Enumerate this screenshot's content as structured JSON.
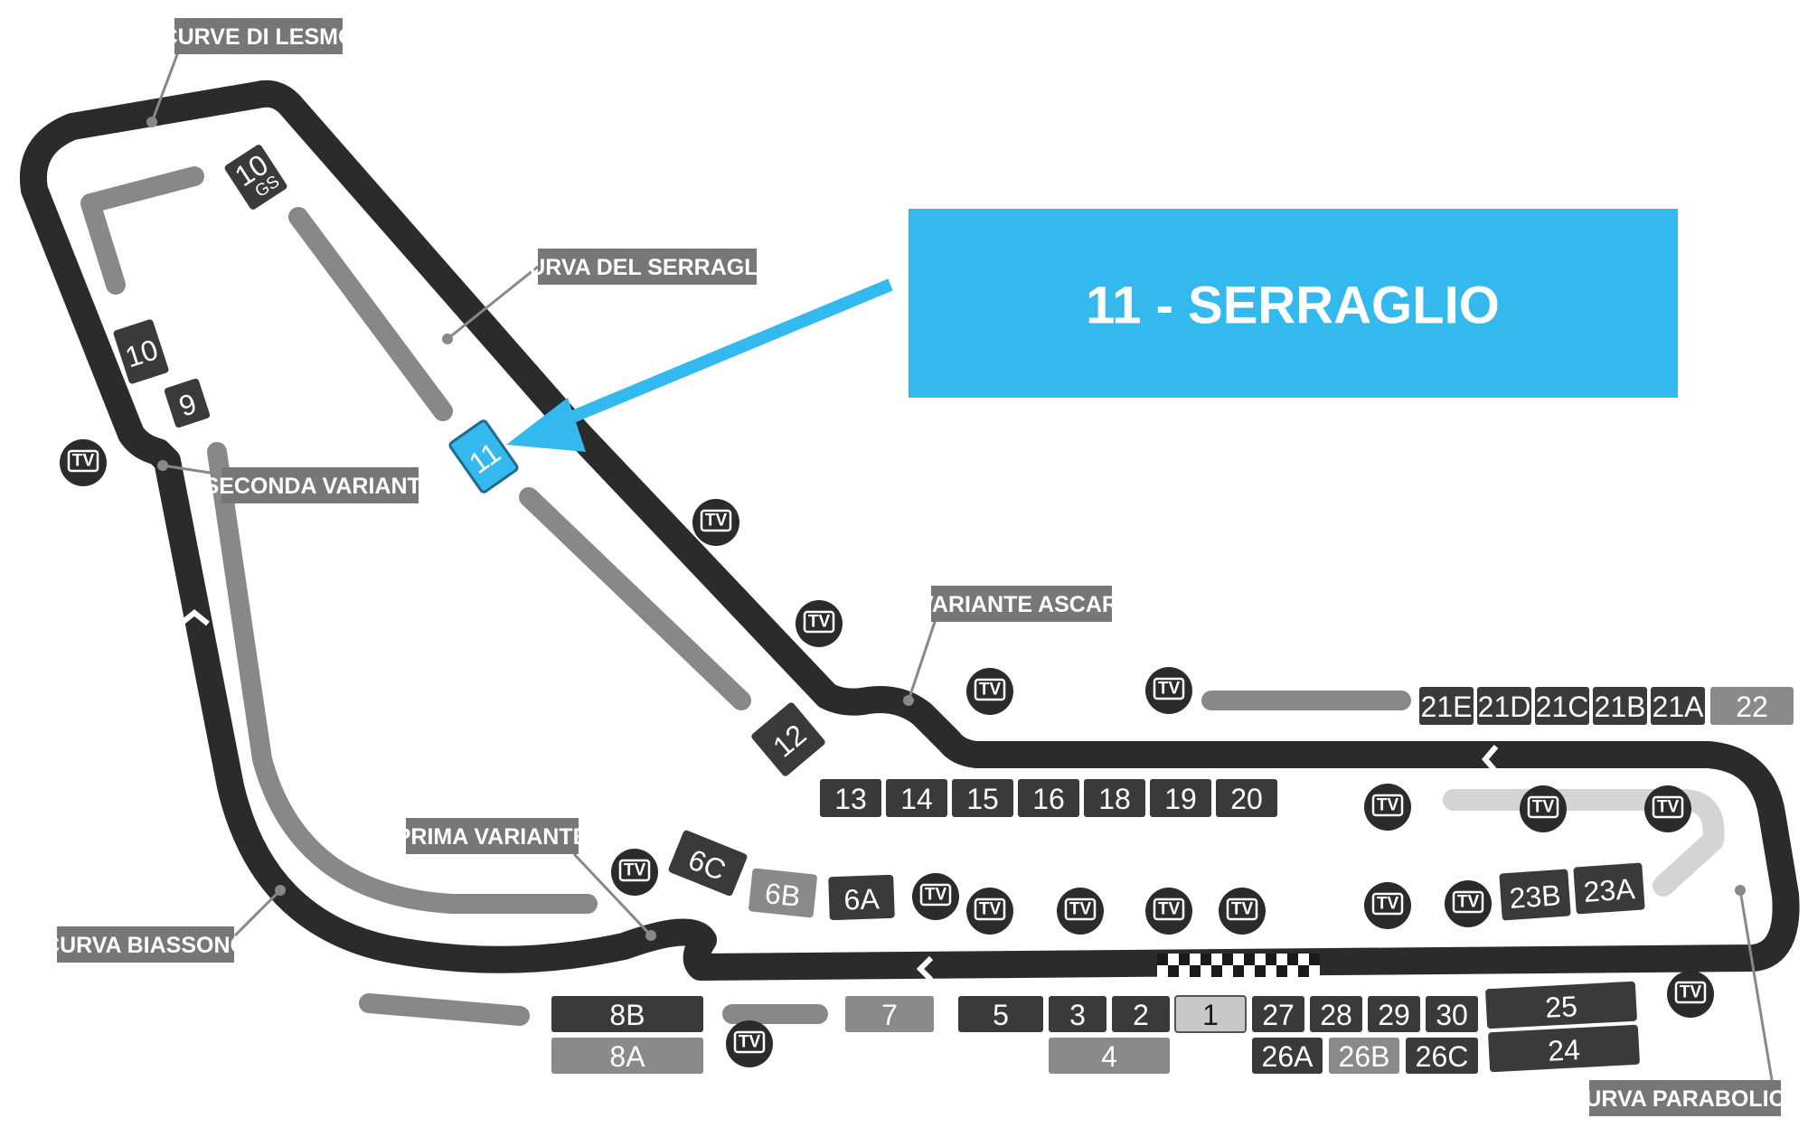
{
  "highlight": {
    "label": "11 - SERRAGLIO",
    "color": "#33b9ee",
    "stand": "11"
  },
  "corner_labels": {
    "lesmo": "CURVE DI LESMO",
    "serraglio": "CURVA DEL SERRAGLIO",
    "seconda": "SECONDA VARIANTE",
    "ascari": "VARIANTE ASCARI",
    "prima": "PRIMA VARIANTE",
    "biassono": "CURVA BIASSONO",
    "parabolica": "CURVA PARABOLICA"
  },
  "stands": {
    "s10gs": "10",
    "s10gs_sub": "GS",
    "s10": "10",
    "s9": "9",
    "s11": "11",
    "s12": "12",
    "s13": "13",
    "s14": "14",
    "s15": "15",
    "s16": "16",
    "s18": "18",
    "s19": "19",
    "s20": "20",
    "s21e": "21E",
    "s21d": "21D",
    "s21c": "21C",
    "s21b": "21B",
    "s21a": "21A",
    "s22": "22",
    "s6c": "6C",
    "s6b": "6B",
    "s6a": "6A",
    "s23b": "23B",
    "s23a": "23A",
    "s8b": "8B",
    "s8a": "8A",
    "s7": "7",
    "s5": "5",
    "s3": "3",
    "s2": "2",
    "s1": "1",
    "s4": "4",
    "s27": "27",
    "s28": "28",
    "s29": "29",
    "s30": "30",
    "s26a": "26A",
    "s26b": "26B",
    "s26c": "26C",
    "s25": "25",
    "s24": "24"
  },
  "tv_label": "TV",
  "colors": {
    "track": "#2b2b2b",
    "stand_dark": "#3a3a3a",
    "stand_mid": "#8a8a8a",
    "stand_light": "#c8c8c8",
    "label_bg": "#777777"
  }
}
